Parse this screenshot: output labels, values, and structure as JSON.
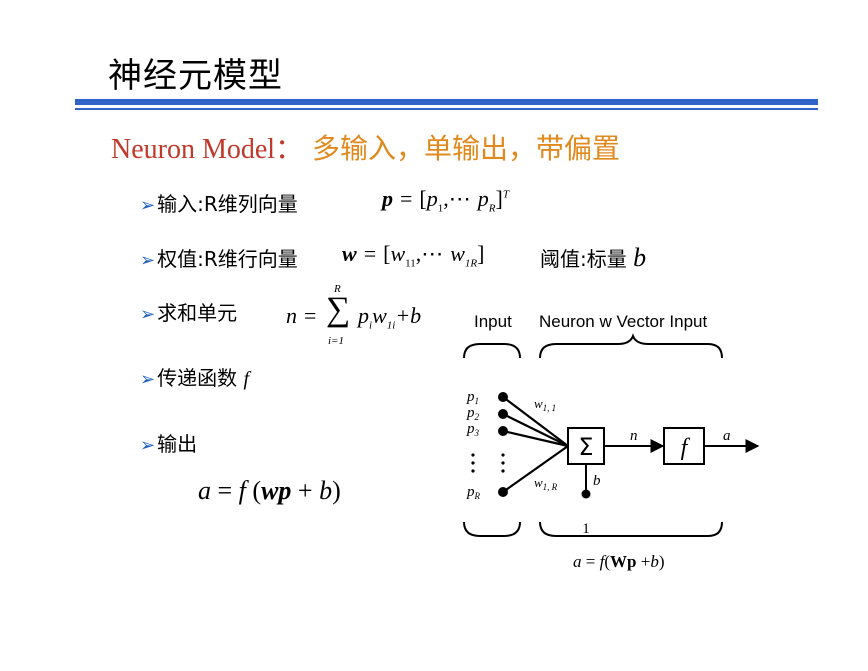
{
  "slide": {
    "title": "神经元模型",
    "subtitle_en": "Neuron Model",
    "subtitle_sep": "：",
    "subtitle_zh": "多输入，单输出，带偏置",
    "bullets": [
      {
        "label": "输入:R维列向量"
      },
      {
        "label": "权值:R维行向量",
        "threshold_label": "阈值:标量"
      },
      {
        "label": "求和单元"
      },
      {
        "label": "传递函数"
      },
      {
        "label": "输出"
      }
    ],
    "math": {
      "p_lhs": "p",
      "eq": "=",
      "p_open": "[",
      "p1": "p",
      "p1_sub": "1",
      "dots": ",⋯",
      "pR": "p",
      "pR_sub": "R",
      "p_close": "]",
      "T": "T",
      "w_lhs": "w",
      "w11": "w",
      "w11_sub": "11",
      "w1R": "w",
      "w1R_sub": "1R",
      "b": "b",
      "n": "n",
      "sum": "∑",
      "sum_top": "R",
      "sum_bottom": "i=1",
      "pi": "p",
      "pi_sub": "i",
      "w1i": "w",
      "w1i_sub": "1i",
      "plus_b": "+b",
      "f": "f",
      "out_a": "a",
      "out_eq": " = ",
      "out_f": "f",
      "out_open": " (",
      "out_wp": "wp",
      "out_plus": " + ",
      "out_b": "b",
      "out_close": ")"
    }
  },
  "diagram": {
    "label_input": "Input",
    "label_neuron": "Neuron w Vector Input",
    "inputs": [
      "p",
      "p",
      "p",
      "p"
    ],
    "input_subs": [
      "1",
      "2",
      "3",
      "R"
    ],
    "weight_top": "w",
    "weight_top_sub": "1, 1",
    "weight_bottom": "w",
    "weight_bottom_sub": "1, R",
    "sum_symbol": "Σ",
    "n_label": "n",
    "f_label": "f",
    "a_label": "a",
    "b_label": "b",
    "one_label": "1",
    "caption_a": "a",
    "caption_eq": " = ",
    "caption_f": "f",
    "caption_open": "(",
    "caption_W": "W",
    "caption_p": "p",
    "caption_plus": " +",
    "caption_b": "b",
    "caption_close": ")",
    "colors": {
      "accent_rule": "#2f63c8",
      "bullet_arrow": "#1f5fbf",
      "subtitle_en": "#c0392b",
      "subtitle_zh": "#e08a1e"
    }
  }
}
